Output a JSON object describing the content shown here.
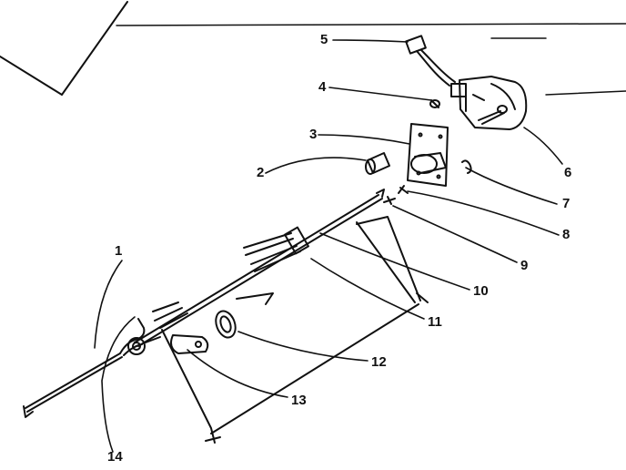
{
  "colors": {
    "background": "#ffffff",
    "ink": "#111111"
  },
  "callouts": [
    {
      "id": "1",
      "text": "1"
    },
    {
      "id": "2",
      "text": "2"
    },
    {
      "id": "3",
      "text": "3"
    },
    {
      "id": "4",
      "text": "4"
    },
    {
      "id": "5",
      "text": "5"
    },
    {
      "id": "6",
      "text": "6"
    },
    {
      "id": "7",
      "text": "7"
    },
    {
      "id": "8",
      "text": "8"
    },
    {
      "id": "9",
      "text": "9"
    },
    {
      "id": "10",
      "text": "10"
    },
    {
      "id": "11",
      "text": "11"
    },
    {
      "id": "12",
      "text": "12"
    },
    {
      "id": "13",
      "text": "13"
    },
    {
      "id": "14",
      "text": "14"
    }
  ]
}
